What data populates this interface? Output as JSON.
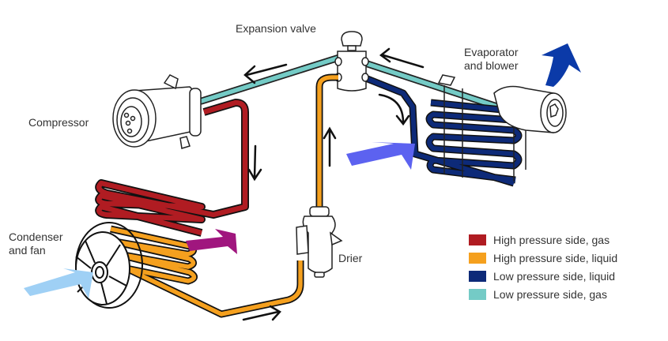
{
  "title": "Automotive A/C refrigeration cycle",
  "labels": {
    "expansion_valve": "Expansion valve",
    "evaporator": "Evaporator\nand blower",
    "compressor": "Compressor",
    "condenser": "Condenser\nand fan",
    "drier": "Drier"
  },
  "colors": {
    "high_gas": "#b01c22",
    "high_liquid": "#f5a01e",
    "low_liquid": "#0d2a78",
    "low_gas": "#74cbc6",
    "hot_air": "#a0167e",
    "cool_air_in": "#9fd0f5",
    "evap_air_in": "#5c62f0",
    "evap_air_out": "#0b3aa8",
    "flow_arrow": "#111111"
  },
  "legend": [
    {
      "label": "High pressure side, gas",
      "color": "#b01c22"
    },
    {
      "label": "High pressure side, liquid",
      "color": "#f5a01e"
    },
    {
      "label": "Low pressure side, liquid",
      "color": "#0d2a78"
    },
    {
      "label": "Low pressure side, gas",
      "color": "#74cbc6"
    }
  ]
}
